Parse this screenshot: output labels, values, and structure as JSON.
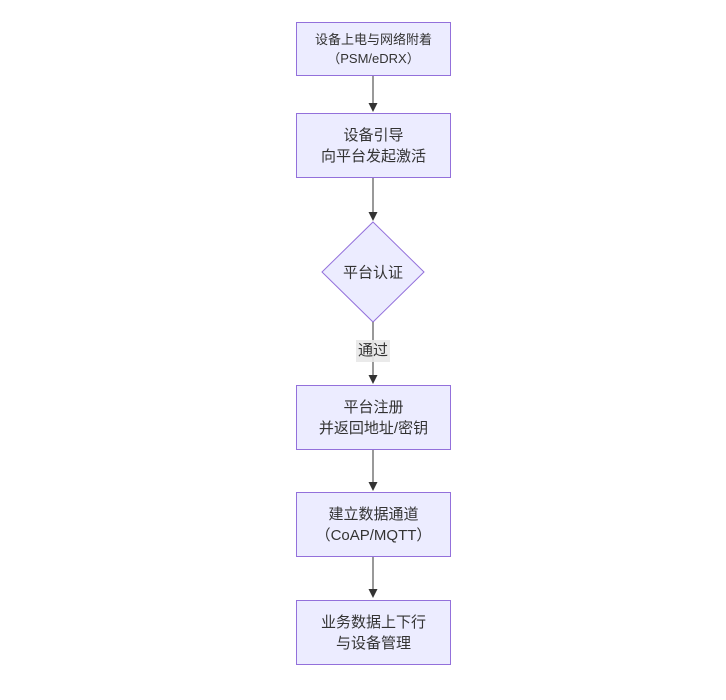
{
  "diagram": {
    "type": "flowchart",
    "direction": "top-down",
    "background": "#ffffff",
    "node_fill": "#ececff",
    "node_border": "#9370db",
    "edge_color": "#333333",
    "text_color": "#333333",
    "edge_label_bg": "#e8e8e8",
    "nodes": [
      {
        "id": "A",
        "shape": "rectangle",
        "lines": [
          "设备上电与网络附着",
          "（PSM/eDRX）"
        ]
      },
      {
        "id": "B",
        "shape": "rectangle",
        "lines": [
          "设备引导",
          "向平台发起激活"
        ]
      },
      {
        "id": "C",
        "shape": "diamond",
        "lines": [
          "平台认证"
        ]
      },
      {
        "id": "D",
        "shape": "rectangle",
        "lines": [
          "平台注册",
          "并返回地址/密钥"
        ]
      },
      {
        "id": "E",
        "shape": "rectangle",
        "lines": [
          "建立数据通道",
          "（CoAP/MQTT）"
        ]
      },
      {
        "id": "F",
        "shape": "rectangle",
        "lines": [
          "业务数据上下行",
          "与设备管理"
        ]
      }
    ],
    "edges": [
      {
        "from": "A",
        "to": "B",
        "label": ""
      },
      {
        "from": "B",
        "to": "C",
        "label": ""
      },
      {
        "from": "C",
        "to": "D",
        "label": "通过"
      },
      {
        "from": "D",
        "to": "E",
        "label": ""
      },
      {
        "from": "E",
        "to": "F",
        "label": ""
      }
    ]
  }
}
